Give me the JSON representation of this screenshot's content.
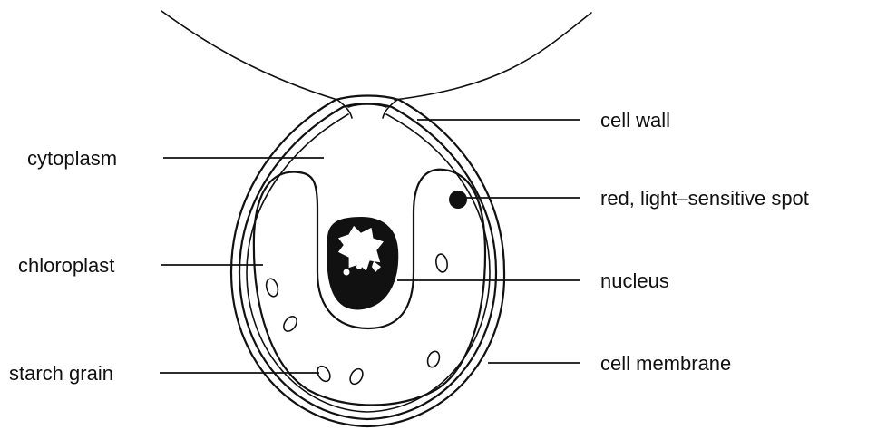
{
  "labels": {
    "cytoplasm": "cytoplasm",
    "chloroplast": "chloroplast",
    "starch_grain": "starch grain",
    "cell_wall": "cell wall",
    "red_spot": "red, light–sensitive spot",
    "nucleus": "nucleus",
    "cell_membrane": "cell membrane"
  },
  "colors": {
    "ink": "#111111",
    "background": "#ffffff"
  }
}
